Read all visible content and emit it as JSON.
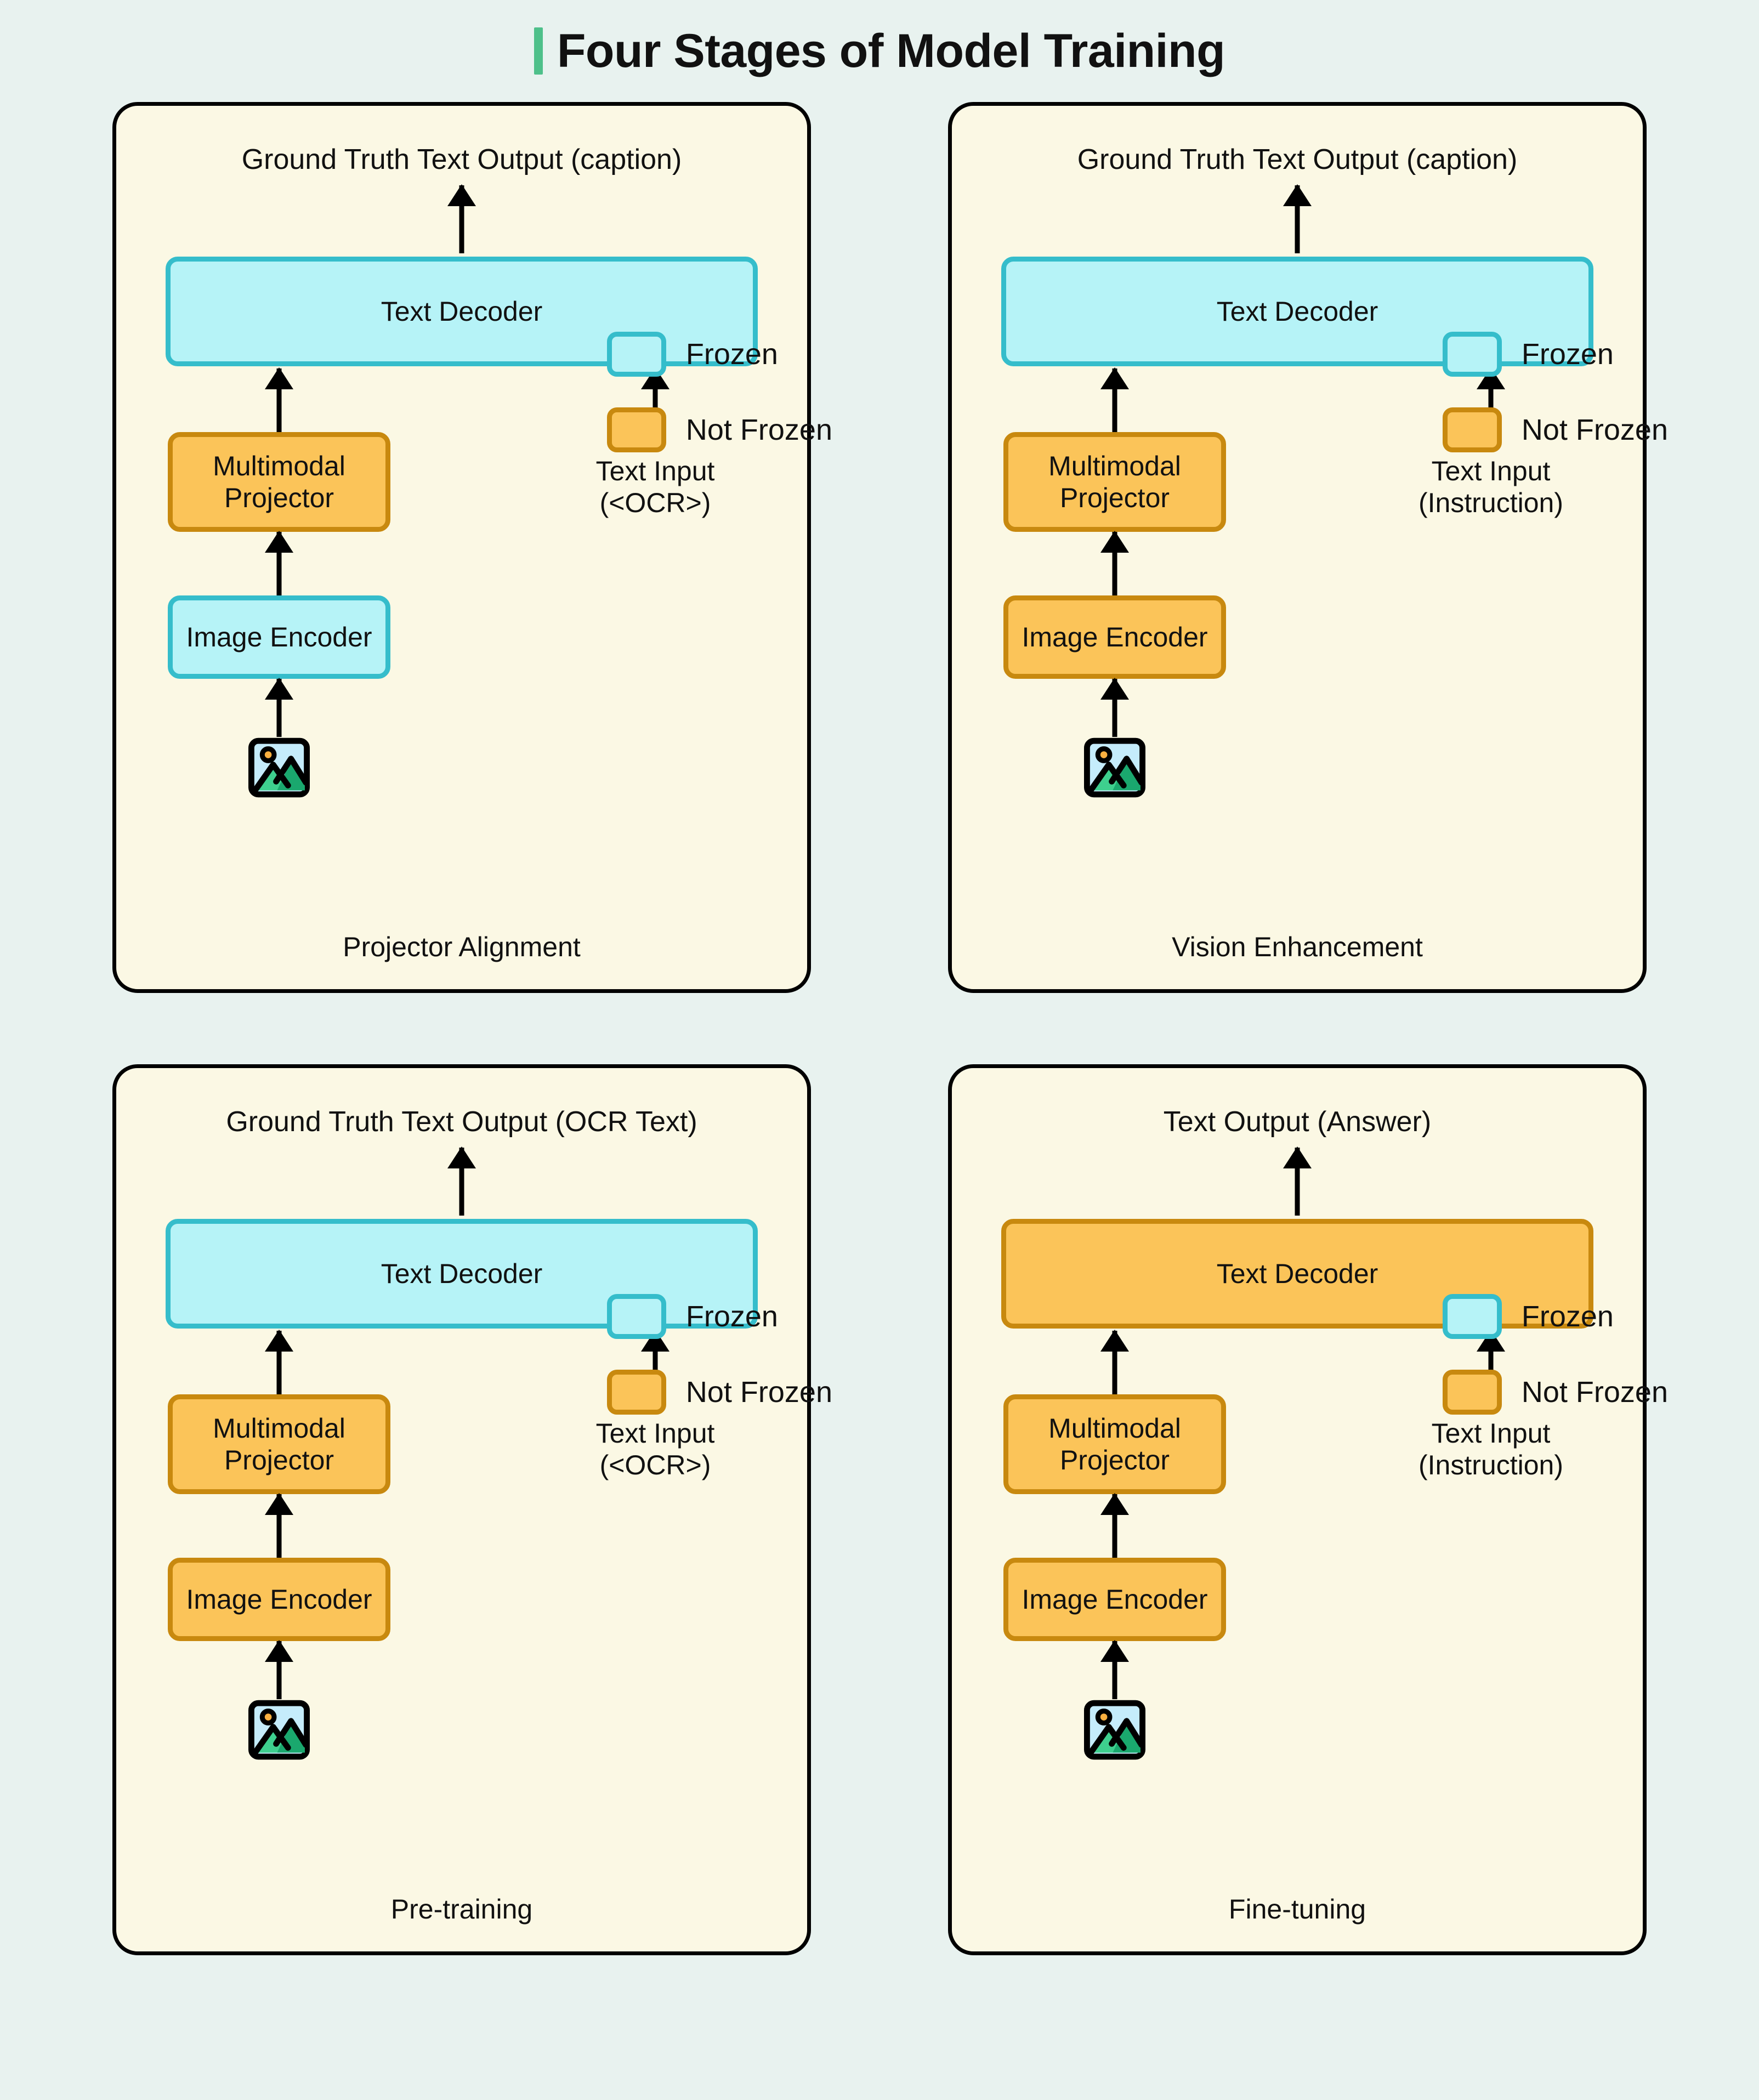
{
  "page": {
    "title": "Four Stages of Model Training",
    "accent_color": "#4ec08a",
    "background_color": "#e8f2ef",
    "panel_background_color": "#fbf8e4",
    "frozen_fill": "#b6f3f7",
    "frozen_border": "#35bdcb",
    "not_frozen_fill": "#fbc459",
    "not_frozen_border": "#c8890f"
  },
  "legend": {
    "frozen_label": "Frozen",
    "not_frozen_label": "Not Frozen"
  },
  "icons": {
    "image": "image-placeholder-icon",
    "arrow": "arrow-up-icon"
  },
  "panels": [
    {
      "id": "projector-alignment",
      "header": "Ground Truth Text Output (caption)",
      "decoder": {
        "label": "Text Decoder",
        "state": "frozen"
      },
      "projector": {
        "label": "Multimodal\nProjector",
        "line1": "Multimodal",
        "line2": "Projector",
        "state": "not-frozen"
      },
      "encoder": {
        "label": "Image Encoder",
        "state": "frozen"
      },
      "text_input": {
        "line1": "Text Input",
        "line2": "(<OCR>)"
      },
      "caption": "Projector Alignment"
    },
    {
      "id": "vision-enhancement",
      "header": "Ground Truth Text Output (caption)",
      "decoder": {
        "label": "Text Decoder",
        "state": "frozen"
      },
      "projector": {
        "label": "Multimodal\nProjector",
        "line1": "Multimodal",
        "line2": "Projector",
        "state": "not-frozen"
      },
      "encoder": {
        "label": "Image Encoder",
        "state": "not-frozen"
      },
      "text_input": {
        "line1": "Text Input",
        "line2": "(Instruction)"
      },
      "caption": "Vision Enhancement"
    },
    {
      "id": "pre-training",
      "header": "Ground Truth Text Output (OCR Text)",
      "decoder": {
        "label": "Text Decoder",
        "state": "frozen"
      },
      "projector": {
        "label": "Multimodal\nProjector",
        "line1": "Multimodal",
        "line2": "Projector",
        "state": "not-frozen"
      },
      "encoder": {
        "label": "Image Encoder",
        "state": "not-frozen"
      },
      "text_input": {
        "line1": "Text Input",
        "line2": "(<OCR>)"
      },
      "caption": "Pre-training"
    },
    {
      "id": "fine-tuning",
      "header": "Text Output (Answer)",
      "decoder": {
        "label": "Text Decoder",
        "state": "not-frozen"
      },
      "projector": {
        "label": "Multimodal\nProjector",
        "line1": "Multimodal",
        "line2": "Projector",
        "state": "not-frozen"
      },
      "encoder": {
        "label": "Image Encoder",
        "state": "not-frozen"
      },
      "text_input": {
        "line1": "Text Input",
        "line2": "(Instruction)"
      },
      "caption": "Fine-tuning"
    }
  ]
}
